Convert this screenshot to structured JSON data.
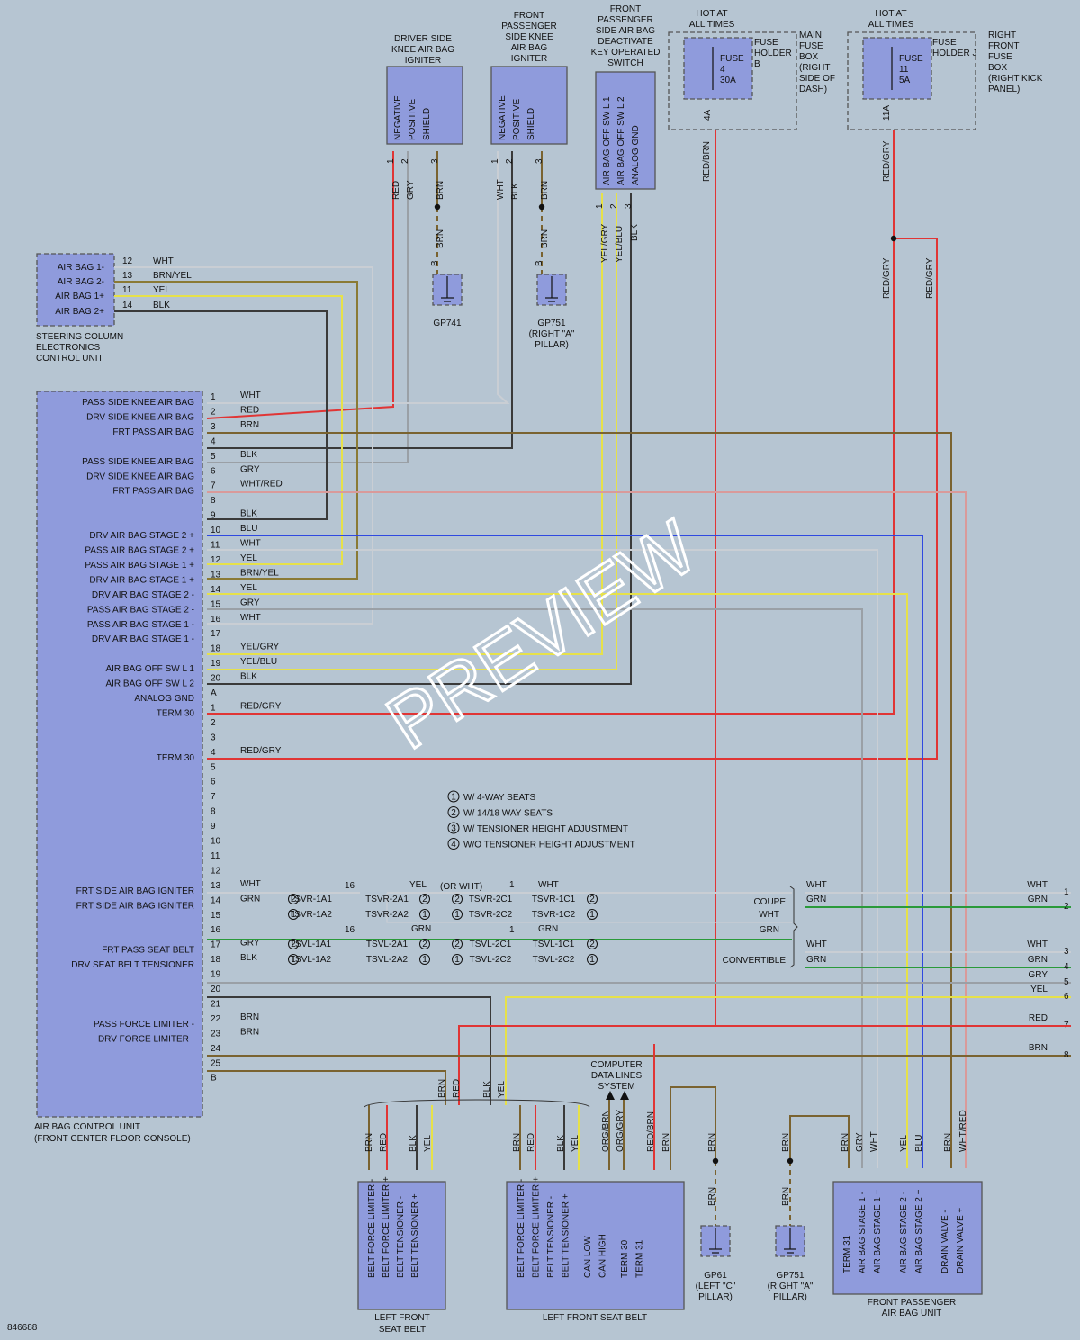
{
  "watermark": "PREVIEW",
  "figure_id": "846688",
  "components": {
    "driver_knee_igniter": {
      "title": [
        "DRIVER SIDE",
        "KNEE AIR BAG",
        "IGNITER"
      ],
      "pins": [
        "NEGATIVE",
        "POSITIVE",
        "SHIELD"
      ]
    },
    "pass_knee_igniter": {
      "title": [
        "FRONT",
        "PASSENGER",
        "SIDE KNEE",
        "AIR BAG",
        "IGNITER"
      ],
      "pins": [
        "NEGATIVE",
        "POSITIVE",
        "SHIELD"
      ]
    },
    "deactivate_switch": {
      "title": [
        "FRONT",
        "PASSENGER",
        "SIDE AIR BAG",
        "DEACTIVATE",
        "KEY OPERATED",
        "SWITCH"
      ],
      "pins": [
        "AIR BAG OFF SW L 1",
        "AIR BAG OFF SW L 2",
        "ANALOG GND"
      ]
    },
    "main_fuse": {
      "hot": [
        "HOT AT",
        "ALL TIMES"
      ],
      "holder": [
        "FUSE",
        "HOLDER",
        "B"
      ],
      "fuse": [
        "FUSE",
        "4",
        "30A"
      ],
      "box": [
        "MAIN",
        "FUSE",
        "BOX",
        "(RIGHT",
        "SIDE OF",
        "DASH)"
      ],
      "out": "4A"
    },
    "right_fuse": {
      "hot": [
        "HOT AT",
        "ALL TIMES"
      ],
      "holder": [
        "FUSE",
        "HOLDER J"
      ],
      "fuse": [
        "FUSE",
        "11",
        "5A"
      ],
      "box": [
        "RIGHT",
        "FRONT",
        "FUSE",
        "BOX",
        "(RIGHT KICK",
        "PANEL)"
      ],
      "out": "11A"
    },
    "steering_column": {
      "labels": [
        "AIR BAG 1-",
        "AIR BAG 2-",
        "AIR BAG 1+",
        "AIR BAG 2+"
      ],
      "pins": [
        "12",
        "13",
        "11",
        "14"
      ],
      "wires": [
        "WHT",
        "BRN/YEL",
        "YEL",
        "BLK"
      ],
      "name": [
        "STEERING COLUMN",
        "ELECTRONICS",
        "CONTROL UNIT"
      ]
    },
    "grounds": {
      "gp741": "GP741",
      "gp751": [
        "GP751",
        "(RIGHT \"A\"",
        "PILLAR)"
      ],
      "gp61": [
        "GP61",
        "(LEFT \"C\"",
        "PILLAR)"
      ]
    },
    "acu_name": [
      "AIR BAG CONTROL UNIT",
      "(FRONT CENTER FLOOR CONSOLE)"
    ],
    "belt_a": {
      "pins": [
        "BELT FORCE LIMITER -",
        "BELT FORCE LIMITER +",
        "BELT TENSIONER -",
        "BELT TENSIONER +"
      ],
      "name": [
        "LEFT FRONT",
        "SEAT BELT"
      ]
    },
    "belt_b": {
      "pins": [
        "BELT FORCE LIMITER -",
        "BELT FORCE LIMITER +",
        "BELT TENSIONER -",
        "BELT TENSIONER +",
        "CAN LOW",
        "CAN HIGH",
        "TERM 30",
        "TERM 31"
      ],
      "name": "LEFT FRONT SEAT BELT"
    },
    "pass_unit": {
      "pins": [
        "TERM 31",
        "AIR BAG STAGE 1 -",
        "AIR BAG STAGE 1 +",
        "AIR BAG STAGE 2 -",
        "AIR BAG STAGE 2 +",
        "DRAIN VALVE -",
        "DRAIN VALVE +"
      ],
      "name": [
        "FRONT PASSENGER",
        "AIR BAG UNIT"
      ]
    },
    "data_lines": [
      "COMPUTER",
      "DATA LINES",
      "SYSTEM"
    ]
  },
  "acu_rows": [
    {
      "pin": "1",
      "label": "PASS SIDE KNEE AIR BAG",
      "wire": "WHT"
    },
    {
      "pin": "2",
      "label": "DRV SIDE KNEE AIR BAG",
      "wire": "RED"
    },
    {
      "pin": "3",
      "label": "FRT PASS AIR BAG",
      "wire": "BRN"
    },
    {
      "pin": "4",
      "label": "",
      "wire": ""
    },
    {
      "pin": "5",
      "label": "PASS SIDE KNEE AIR BAG",
      "wire": "BLK"
    },
    {
      "pin": "6",
      "label": "DRV SIDE KNEE AIR BAG",
      "wire": "GRY"
    },
    {
      "pin": "7",
      "label": "FRT PASS AIR BAG",
      "wire": "WHT/RED"
    },
    {
      "pin": "8",
      "label": "",
      "wire": ""
    },
    {
      "pin": "9",
      "label": "",
      "wire": "BLK"
    },
    {
      "pin": "10",
      "label": "DRV AIR BAG STAGE 2 +",
      "wire": "BLU"
    },
    {
      "pin": "11",
      "label": "PASS AIR BAG STAGE 2 +",
      "wire": "WHT"
    },
    {
      "pin": "12",
      "label": "PASS AIR BAG STAGE 1 +",
      "wire": "YEL"
    },
    {
      "pin": "13",
      "label": "DRV AIR BAG STAGE 1 +",
      "wire": "BRN/YEL"
    },
    {
      "pin": "14",
      "label": "DRV AIR BAG STAGE 2 -",
      "wire": "YEL"
    },
    {
      "pin": "15",
      "label": "PASS AIR BAG STAGE 2 -",
      "wire": "GRY"
    },
    {
      "pin": "16",
      "label": "PASS AIR BAG STAGE 1 -",
      "wire": "WHT"
    },
    {
      "pin": "17",
      "label": "DRV AIR BAG STAGE 1 -",
      "wire": ""
    },
    {
      "pin": "18",
      "label": "",
      "wire": "YEL/GRY"
    },
    {
      "pin": "19",
      "label": "AIR BAG OFF SW L 1",
      "wire": "YEL/BLU"
    },
    {
      "pin": "20",
      "label": "AIR BAG OFF SW L 2",
      "wire": "BLK"
    },
    {
      "pin": "A",
      "label": "ANALOG GND",
      "wire": ""
    },
    {
      "pin": "1",
      "label": "TERM 30",
      "wire": "RED/GRY"
    },
    {
      "pin": "2",
      "label": "",
      "wire": ""
    },
    {
      "pin": "3",
      "label": "",
      "wire": ""
    },
    {
      "pin": "4",
      "label": "TERM 30",
      "wire": "RED/GRY"
    },
    {
      "pin": "5",
      "label": "",
      "wire": ""
    },
    {
      "pin": "6",
      "label": "",
      "wire": ""
    },
    {
      "pin": "7",
      "label": "",
      "wire": ""
    },
    {
      "pin": "8",
      "label": "",
      "wire": ""
    },
    {
      "pin": "9",
      "label": "",
      "wire": ""
    },
    {
      "pin": "10",
      "label": "",
      "wire": ""
    },
    {
      "pin": "11",
      "label": "",
      "wire": ""
    },
    {
      "pin": "12",
      "label": "",
      "wire": ""
    },
    {
      "pin": "13",
      "label": "FRT SIDE AIR BAG IGNITER",
      "wire": "WHT"
    },
    {
      "pin": "14",
      "label": "FRT SIDE AIR BAG IGNITER",
      "wire": "GRN"
    },
    {
      "pin": "15",
      "label": "",
      "wire": ""
    },
    {
      "pin": "16",
      "label": "",
      "wire": ""
    },
    {
      "pin": "17",
      "label": "FRT PASS SEAT BELT",
      "wire": "GRY"
    },
    {
      "pin": "18",
      "label": "DRV SEAT BELT TENSIONER",
      "wire": "BLK"
    },
    {
      "pin": "19",
      "label": "",
      "wire": ""
    },
    {
      "pin": "20",
      "label": "",
      "wire": ""
    },
    {
      "pin": "21",
      "label": "",
      "wire": ""
    },
    {
      "pin": "22",
      "label": "PASS FORCE LIMITER -",
      "wire": "BRN"
    },
    {
      "pin": "23",
      "label": "DRV FORCE LIMITER -",
      "wire": "BRN"
    },
    {
      "pin": "24",
      "label": "",
      "wire": ""
    },
    {
      "pin": "25",
      "label": "",
      "wire": ""
    },
    {
      "pin": "B",
      "label": "",
      "wire": ""
    }
  ],
  "notes": [
    {
      "num": "1",
      "text": "W/ 4-WAY SEATS"
    },
    {
      "num": "2",
      "text": "W/ 14/18 WAY SEATS"
    },
    {
      "num": "3",
      "text": "W/ TENSIONER HEIGHT ADJUSTMENT"
    },
    {
      "num": "4",
      "text": "W/O TENSIONER HEIGHT ADJUSTMENT"
    }
  ],
  "side_connectors": {
    "upper": {
      "p16": "16",
      "p1": "1",
      "wire": "YEL",
      "or": "(OR WHT)",
      "wht": "WHT",
      "r1": [
        "TSVR-1A1",
        "TSVR-2A1",
        "TSVR-2C1",
        "TSVR-1C1"
      ],
      "r2": [
        "TSVR-1A2",
        "TSVR-2A2",
        "TSVR-2C2",
        "TSVR-1C2"
      ]
    },
    "lower": {
      "p16": "16",
      "p1": "1",
      "wire": "GRN",
      "grn": "GRN",
      "r1": [
        "TSVL-1A1",
        "TSVL-2A1",
        "TSVL-2C1",
        "TSVL-1C1"
      ],
      "r2": [
        "TSVL-1A2",
        "TSVL-2A2",
        "TSVL-2C2",
        "TSVL-2C2"
      ]
    },
    "coupe": "COUPE",
    "convertible": "CONVERTIBLE",
    "wht": "WHT",
    "grn": "GRN"
  },
  "right_outputs": [
    {
      "pin": "1",
      "wire": "WHT"
    },
    {
      "pin": "2",
      "wire": "GRN"
    },
    {
      "pin": "3",
      "wire": "WHT"
    },
    {
      "pin": "4",
      "wire": "GRN"
    },
    {
      "pin": "5",
      "wire": "GRY"
    },
    {
      "pin": "6",
      "wire": "YEL"
    },
    {
      "pin": "7",
      "wire": "RED"
    },
    {
      "pin": "8",
      "wire": "BRN"
    }
  ],
  "wire_colors": {
    "RED": "#e03535",
    "YEL": "#e6e14a",
    "WHT": "#c9ced4",
    "BLK": "#3a3a3a",
    "GRY": "#9aa0a6",
    "BRN": "#7a6330",
    "BLU": "#2f49e0",
    "GRN": "#2a9a3a",
    "BRNYEL": "#8a7a35",
    "WHTRED": "#d99a9a"
  }
}
